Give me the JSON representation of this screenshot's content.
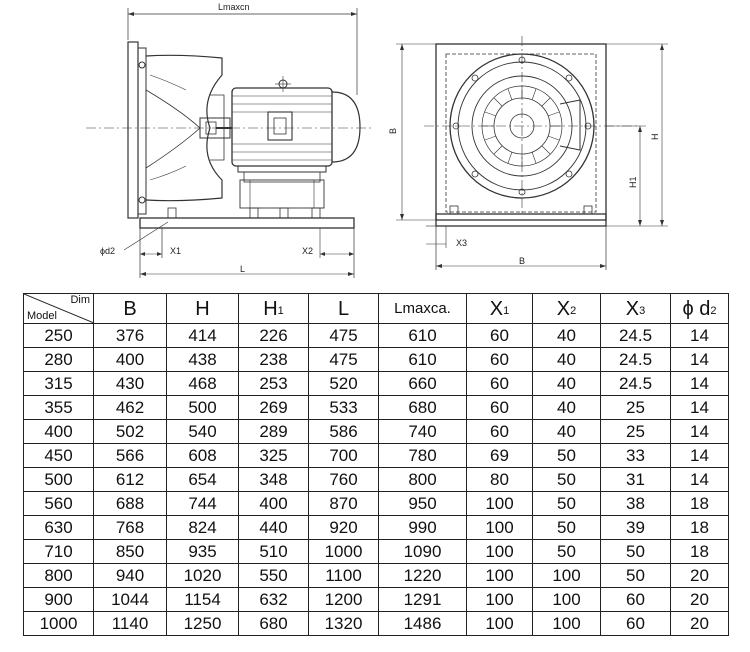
{
  "drawing": {
    "labels": {
      "lmax": "Lmaxcn",
      "phi_d2": "ϕd2",
      "x1": "X1",
      "x2": "X2",
      "l": "L",
      "b_side": "B",
      "x3": "X3",
      "b_front": "B",
      "h1": "H1",
      "h": "H"
    }
  },
  "table": {
    "corner": {
      "top": "Dim",
      "bottom": "Model"
    },
    "headers": [
      {
        "main": "B",
        "sub": ""
      },
      {
        "main": "H",
        "sub": ""
      },
      {
        "main": "H",
        "sub": "1"
      },
      {
        "main": "L",
        "sub": ""
      },
      {
        "main": "Lmaxca.",
        "sub": ""
      },
      {
        "main": "X",
        "sub": "1"
      },
      {
        "main": "X",
        "sub": "2"
      },
      {
        "main": "X",
        "sub": "3"
      },
      {
        "main": "ϕ d",
        "sub": "2"
      }
    ],
    "rows": [
      [
        "250",
        "376",
        "414",
        "226",
        "475",
        "610",
        "60",
        "40",
        "24.5",
        "14"
      ],
      [
        "280",
        "400",
        "438",
        "238",
        "475",
        "610",
        "60",
        "40",
        "24.5",
        "14"
      ],
      [
        "315",
        "430",
        "468",
        "253",
        "520",
        "660",
        "60",
        "40",
        "24.5",
        "14"
      ],
      [
        "355",
        "462",
        "500",
        "269",
        "533",
        "680",
        "60",
        "40",
        "25",
        "14"
      ],
      [
        "400",
        "502",
        "540",
        "289",
        "586",
        "740",
        "60",
        "40",
        "25",
        "14"
      ],
      [
        "450",
        "566",
        "608",
        "325",
        "700",
        "780",
        "69",
        "50",
        "33",
        "14"
      ],
      [
        "500",
        "612",
        "654",
        "348",
        "760",
        "800",
        "80",
        "50",
        "31",
        "14"
      ],
      [
        "560",
        "688",
        "744",
        "400",
        "870",
        "950",
        "100",
        "50",
        "38",
        "18"
      ],
      [
        "630",
        "768",
        "824",
        "440",
        "920",
        "990",
        "100",
        "50",
        "39",
        "18"
      ],
      [
        "710",
        "850",
        "935",
        "510",
        "1000",
        "1090",
        "100",
        "50",
        "50",
        "18"
      ],
      [
        "800",
        "940",
        "1020",
        "550",
        "1100",
        "1220",
        "100",
        "100",
        "50",
        "20"
      ],
      [
        "900",
        "1044",
        "1154",
        "632",
        "1200",
        "1291",
        "100",
        "100",
        "60",
        "20"
      ],
      [
        "1000",
        "1140",
        "1250",
        "680",
        "1320",
        "1486",
        "100",
        "100",
        "60",
        "20"
      ]
    ]
  }
}
